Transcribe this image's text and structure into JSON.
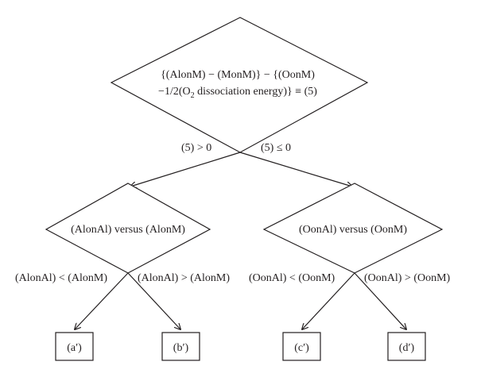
{
  "root": {
    "line1": "{(AlonM) − (MonM)} − {(OonM)",
    "line2_a": "−1/2(O",
    "line2_sub": "2",
    "line2_b": " dissociation energy)} ≡ (5)"
  },
  "root_branches": {
    "left": "(5) > 0",
    "right": "(5) ≤ 0"
  },
  "left_node": {
    "label": "(AlonAl) versus (AlonM)",
    "branch_left": "(AlonAl) < (AlonM)",
    "branch_right": "(AlonAl) > (AlonM)"
  },
  "right_node": {
    "label": "(OonAl) versus (OonM)",
    "branch_left": "(OonAl) < (OonM)",
    "branch_right": "(OonAl) > (OonM)"
  },
  "leaves": {
    "a": "(a′)",
    "b": "(b′)",
    "c": "(c′)",
    "d": "(d′)"
  }
}
